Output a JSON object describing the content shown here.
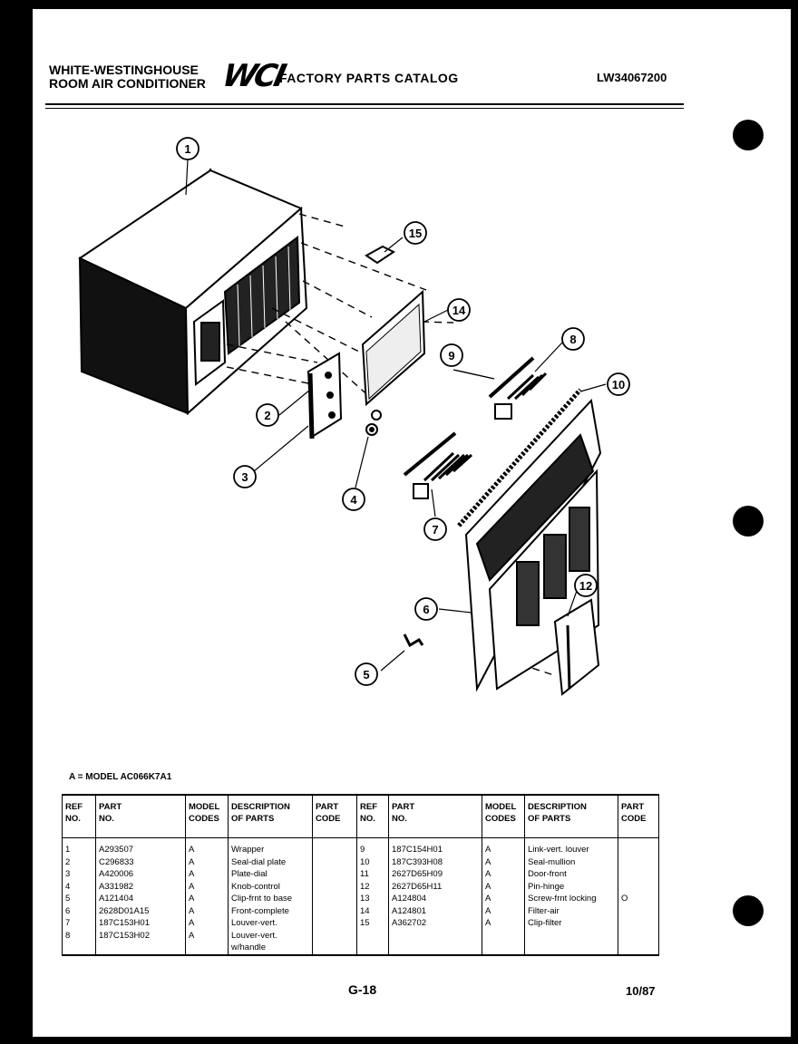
{
  "header": {
    "brand_line1": "WHITE-WESTINGHOUSE",
    "brand_line2": "ROOM AIR CONDITIONER",
    "logo": "WCI",
    "catalog_title": "FACTORY PARTS CATALOG",
    "doc_number": "LW34067200"
  },
  "callouts": [
    "1",
    "2",
    "3",
    "4",
    "5",
    "6",
    "7",
    "8",
    "9",
    "10",
    "12",
    "14",
    "15"
  ],
  "model_note": "A = MODEL AC066K7A1",
  "table": {
    "headers": {
      "ref_no": [
        "REF",
        "NO."
      ],
      "part_no": [
        "PART",
        "NO."
      ],
      "model_codes": [
        "MODEL",
        "CODES"
      ],
      "description": [
        "DESCRIPTION",
        "OF PARTS"
      ],
      "part_code": [
        "PART",
        "CODE"
      ]
    },
    "left_rows": [
      {
        "ref": "1",
        "part": "A293507",
        "model": "A",
        "desc": "Wrapper",
        "code": ""
      },
      {
        "ref": "2",
        "part": "C296833",
        "model": "A",
        "desc": "Seal-dial plate",
        "code": ""
      },
      {
        "ref": "3",
        "part": "A420006",
        "model": "A",
        "desc": "Plate-dial",
        "code": ""
      },
      {
        "ref": "4",
        "part": "A331982",
        "model": "A",
        "desc": "Knob-control",
        "code": ""
      },
      {
        "ref": "5",
        "part": "A121404",
        "model": "A",
        "desc": "Clip-frnt to base",
        "code": ""
      },
      {
        "ref": "6",
        "part": "2628D01A15",
        "model": "A",
        "desc": "Front-complete",
        "code": ""
      },
      {
        "ref": "7",
        "part": "187C153H01",
        "model": "A",
        "desc": "Louver-vert.",
        "code": ""
      },
      {
        "ref": "8",
        "part": "187C153H02",
        "model": "A",
        "desc": "Louver-vert.",
        "code": ""
      },
      {
        "ref": "",
        "part": "",
        "model": "",
        "desc": "w/handle",
        "code": ""
      }
    ],
    "right_rows": [
      {
        "ref": "9",
        "part": "187C154H01",
        "model": "A",
        "desc": "Link-vert. louver",
        "code": ""
      },
      {
        "ref": "10",
        "part": "187C393H08",
        "model": "A",
        "desc": "Seal-mullion",
        "code": ""
      },
      {
        "ref": "11",
        "part": "2627D65H09",
        "model": "A",
        "desc": "Door-front",
        "code": ""
      },
      {
        "ref": "12",
        "part": "2627D65H11",
        "model": "A",
        "desc": "Pin-hinge",
        "code": ""
      },
      {
        "ref": "13",
        "part": "A124804",
        "model": "A",
        "desc": "Screw-frnt locking",
        "code": "O"
      },
      {
        "ref": "14",
        "part": "A124801",
        "model": "A",
        "desc": "Filter-air",
        "code": ""
      },
      {
        "ref": "15",
        "part": "A362702",
        "model": "A",
        "desc": "Clip-filter",
        "code": ""
      },
      {
        "ref": "",
        "part": "",
        "model": "",
        "desc": "",
        "code": ""
      },
      {
        "ref": "",
        "part": "",
        "model": "",
        "desc": "",
        "code": ""
      }
    ]
  },
  "footer": {
    "page": "G-18",
    "date": "10/87"
  }
}
